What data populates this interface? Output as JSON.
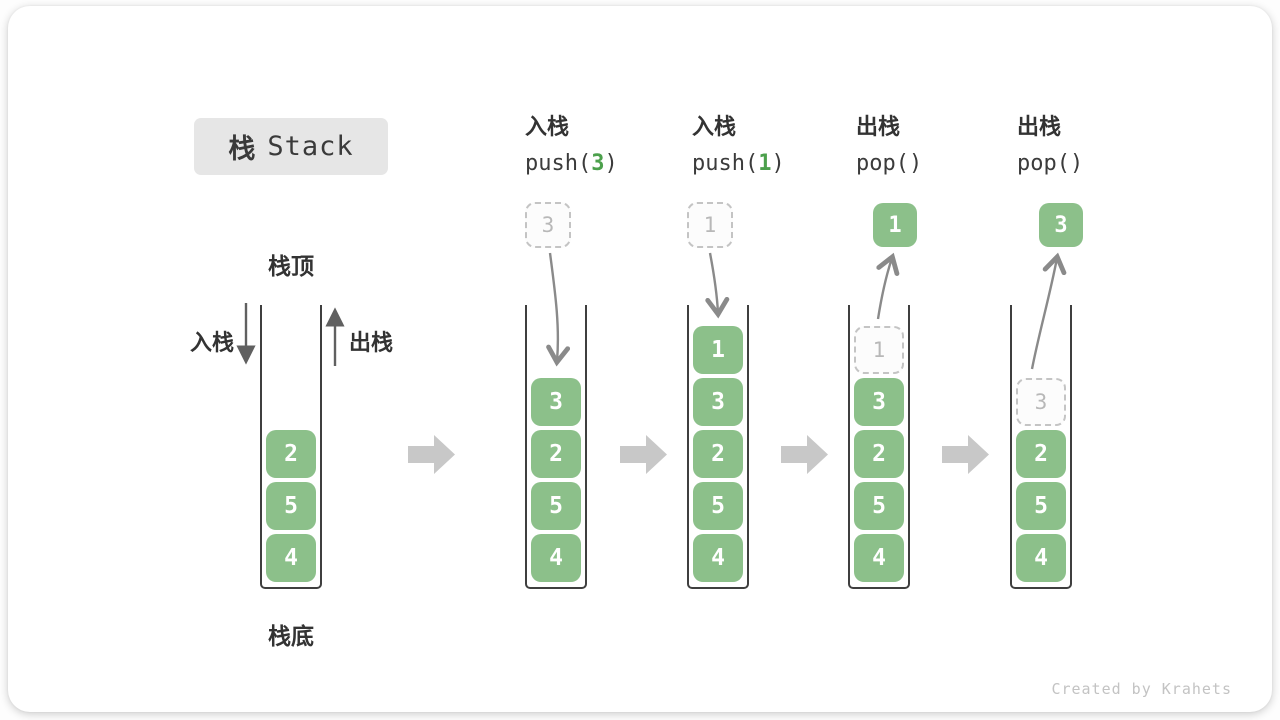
{
  "title": {
    "zh": "栈",
    "en": "Stack"
  },
  "legend": {
    "stack_top": "栈顶",
    "stack_bottom": "栈底",
    "push": "入栈",
    "pop": "出栈"
  },
  "watermark": "Created by Krahets",
  "colors": {
    "cell_green": "#8cc08a",
    "code_arg_green": "#4ca04c",
    "ghost_border": "#c4c4c4",
    "ghost_text": "#b8b8b8",
    "container_stroke": "#3f3f3f",
    "step_arrow_gray": "#c8c8c8",
    "flow_arrow_gray": "#8a8a8a",
    "label_arrow_gray": "#606060",
    "title_bg": "#e6e6e6",
    "watermark_gray": "#c3c3c3"
  },
  "stacks": [
    {
      "id": "initial",
      "cells": [
        {
          "value": "2"
        },
        {
          "value": "5"
        },
        {
          "value": "4"
        }
      ]
    },
    {
      "id": "after-push-3",
      "header": {
        "op": "入栈",
        "code_before": "push(",
        "code_arg": "3",
        "code_after": ")"
      },
      "incoming": {
        "value": "3"
      },
      "cells": [
        {
          "value": "3"
        },
        {
          "value": "2"
        },
        {
          "value": "5"
        },
        {
          "value": "4"
        }
      ]
    },
    {
      "id": "after-push-1",
      "header": {
        "op": "入栈",
        "code_before": "push(",
        "code_arg": "1",
        "code_after": ")"
      },
      "incoming": {
        "value": "1"
      },
      "cells": [
        {
          "value": "1"
        },
        {
          "value": "3"
        },
        {
          "value": "2"
        },
        {
          "value": "5"
        },
        {
          "value": "4"
        }
      ]
    },
    {
      "id": "after-pop-1",
      "header": {
        "op": "出栈",
        "code_before": "pop(",
        "code_arg": "",
        "code_after": ")"
      },
      "outgoing": {
        "value": "1"
      },
      "cells": [
        {
          "value": "1",
          "ghost": true
        },
        {
          "value": "3"
        },
        {
          "value": "2"
        },
        {
          "value": "5"
        },
        {
          "value": "4"
        }
      ]
    },
    {
      "id": "after-pop-3",
      "header": {
        "op": "出栈",
        "code_before": "pop(",
        "code_arg": "",
        "code_after": ")"
      },
      "outgoing": {
        "value": "3"
      },
      "cells": [
        {
          "value": "3",
          "ghost": true
        },
        {
          "value": "2"
        },
        {
          "value": "5"
        },
        {
          "value": "4"
        }
      ]
    }
  ]
}
